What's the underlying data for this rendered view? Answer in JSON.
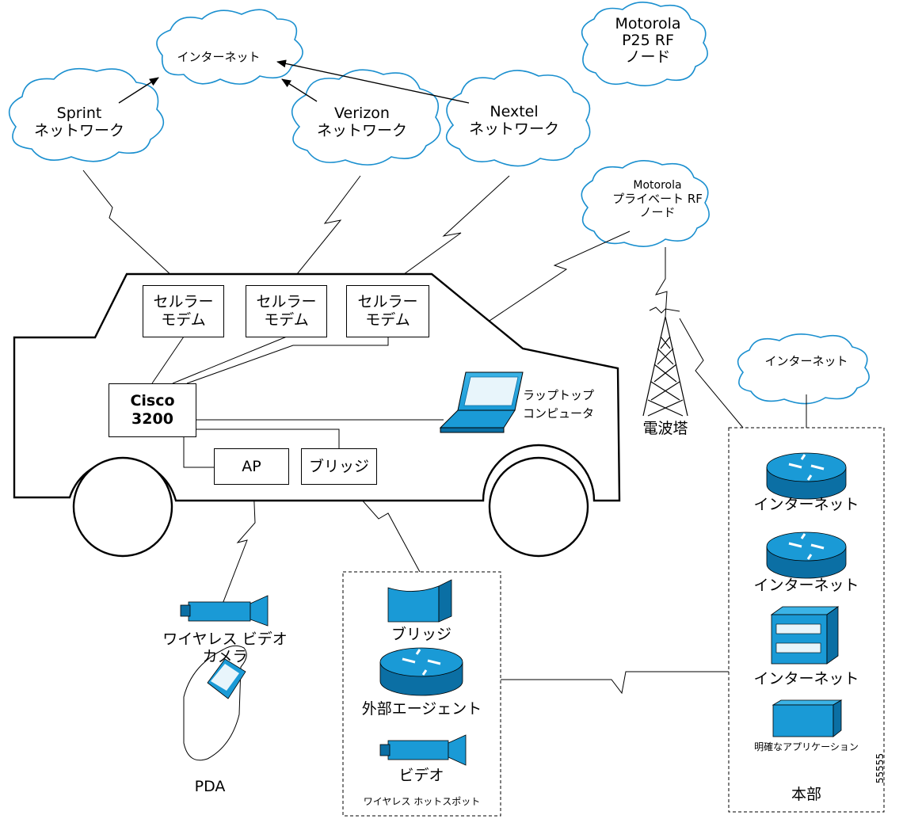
{
  "clouds": {
    "internet_top": "インターネット",
    "sprint": [
      "Sprint",
      "ネットワーク"
    ],
    "verizon": [
      "Verizon",
      "ネットワーク"
    ],
    "nextel": [
      "Nextel",
      "ネットワーク"
    ],
    "motorola_p25": [
      "Motorola",
      "P25 RF",
      "ノード"
    ],
    "motorola_private": [
      "Motorola",
      "プライベート RF",
      "ノード"
    ],
    "internet_hq": "インターネット"
  },
  "vehicle": {
    "modems": [
      [
        "セルラー",
        "モデム"
      ],
      [
        "セルラー",
        "モデム"
      ],
      [
        "セルラー",
        "モデム"
      ]
    ],
    "router": [
      "Cisco",
      "3200"
    ],
    "ap": "AP",
    "bridge": "ブリッジ",
    "laptop": [
      "ラップトップ",
      "コンピュータ"
    ]
  },
  "tower": "電波塔",
  "hotspot": {
    "bridge": "ブリッジ",
    "foreign_agent": "外部エージェント",
    "video": "ビデオ",
    "caption": "ワイヤレス ホットスポット"
  },
  "hq": {
    "router1": "インターネット",
    "router2": "インターネット",
    "firewall": "インターネット",
    "app": "明確なアプリケーション",
    "caption": "本部"
  },
  "camera": [
    "ワイヤレス ビデオ",
    "カメラ"
  ],
  "pda": "PDA",
  "figure_id": "55555",
  "colors": {
    "device_blue": "#1a9ad6",
    "device_dark": "#0b6fa4"
  }
}
